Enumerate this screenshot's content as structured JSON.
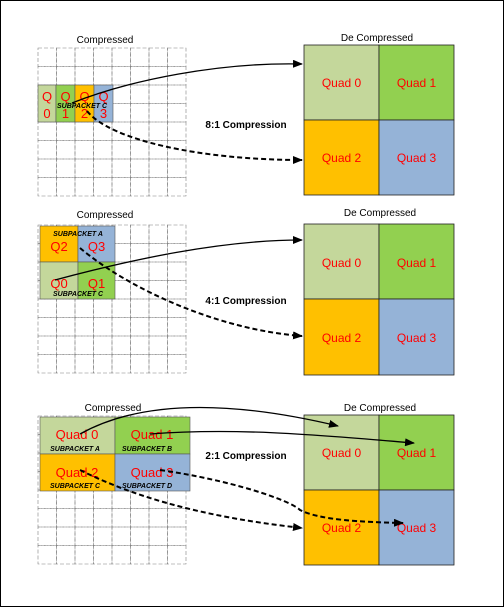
{
  "colors": {
    "quad0": "#c4d79b",
    "quad1": "#92d050",
    "quad2": "#ffc000",
    "quad3": "#95b3d7",
    "quad_text": "#ff0000",
    "grid": "#808080",
    "arrow": "#000000"
  },
  "panels": [
    {
      "compressed_title": "Compressed",
      "decompressed_title": "De Compressed",
      "ratio_label": "8:1 Compression",
      "quad_labels": [
        "Quad 0",
        "Quad 1",
        "Quad 2",
        "Quad 3"
      ],
      "compressed_cells": [
        {
          "text": [
            "Q",
            "0"
          ]
        },
        {
          "text": [
            "Q",
            "1"
          ]
        },
        {
          "text": [
            "Q",
            "2"
          ]
        },
        {
          "text": [
            "Q",
            "3"
          ]
        }
      ],
      "subpackets": [
        "SUBPACKET C"
      ]
    },
    {
      "compressed_title": "Compressed",
      "decompressed_title": "De Compressed",
      "ratio_label": "4:1 Compression",
      "quad_labels": [
        "Quad 0",
        "Quad 1",
        "Quad 2",
        "Quad 3"
      ],
      "compressed_cells": [
        {
          "text": [
            "Q2"
          ]
        },
        {
          "text": [
            "Q3"
          ]
        },
        {
          "text": [
            "Q0"
          ]
        },
        {
          "text": [
            "Q1"
          ]
        }
      ],
      "subpackets": [
        "SUBPACKET A",
        "SUBPACKET C"
      ]
    },
    {
      "compressed_title": "Compressed",
      "decompressed_title": "De Compressed",
      "ratio_label": "2:1 Compression",
      "quad_labels": [
        "Quad 0",
        "Quad 1",
        "Quad 2",
        "Quad 3"
      ],
      "compressed_cells": [
        {
          "text": [
            "Quad 0"
          ]
        },
        {
          "text": [
            "Quad 1"
          ]
        },
        {
          "text": [
            "Quad 2"
          ]
        },
        {
          "text": [
            "Quad 3"
          ]
        }
      ],
      "subpackets": [
        "SUBPACKET A",
        "SUBPACKET B",
        "SUBPACKET C",
        "SUBPACKET D"
      ]
    }
  ]
}
